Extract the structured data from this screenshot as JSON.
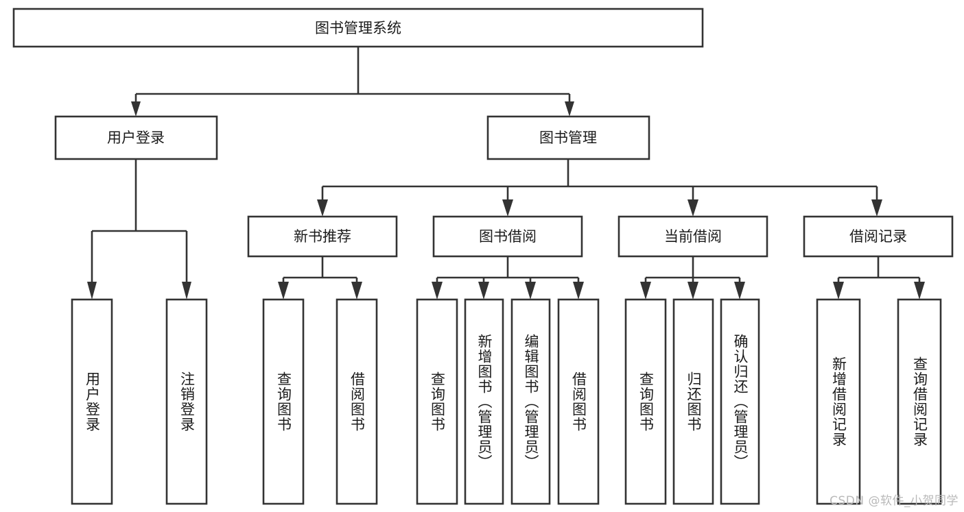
{
  "diagram": {
    "title": "图书管理系统",
    "type": "tree",
    "orientation": "top-down",
    "colors": {
      "box_fill": "#ffffff",
      "box_stroke": "#333333",
      "text": "#1b1b1b",
      "background": "#ffffff",
      "watermark": "#b9b9b9"
    },
    "root": {
      "id": "root",
      "label": "图书管理系统",
      "orientation": "horizontal"
    },
    "level2": [
      {
        "id": "user-login",
        "label": "用户登录",
        "orientation": "horizontal"
      },
      {
        "id": "book-management",
        "label": "图书管理",
        "orientation": "horizontal"
      }
    ],
    "level3": [
      {
        "id": "new-book-recommend",
        "label": "新书推荐",
        "parent": "book-management",
        "orientation": "horizontal"
      },
      {
        "id": "book-borrow",
        "label": "图书借阅",
        "parent": "book-management",
        "orientation": "horizontal"
      },
      {
        "id": "current-borrow",
        "label": "当前借阅",
        "parent": "book-management",
        "orientation": "horizontal"
      },
      {
        "id": "borrow-record",
        "label": "借阅记录",
        "parent": "book-management",
        "orientation": "horizontal"
      }
    ],
    "leaves": [
      {
        "id": "leaf-user-login",
        "label": "用户登录",
        "parent": "user-login",
        "orientation": "vertical"
      },
      {
        "id": "leaf-user-logout",
        "label": "注销登录",
        "parent": "user-login",
        "orientation": "vertical"
      },
      {
        "id": "leaf-query-book-1",
        "label": "查询图书",
        "parent": "new-book-recommend",
        "orientation": "vertical"
      },
      {
        "id": "leaf-borrow-book-1",
        "label": "借阅图书",
        "parent": "new-book-recommend",
        "orientation": "vertical"
      },
      {
        "id": "leaf-query-book-2",
        "label": "查询图书",
        "parent": "book-borrow",
        "orientation": "vertical"
      },
      {
        "id": "leaf-add-book",
        "label": "新增图书（管理员）",
        "parent": "book-borrow",
        "orientation": "vertical"
      },
      {
        "id": "leaf-edit-book",
        "label": "编辑图书（管理员）",
        "parent": "book-borrow",
        "orientation": "vertical"
      },
      {
        "id": "leaf-borrow-book-2",
        "label": "借阅图书",
        "parent": "book-borrow",
        "orientation": "vertical"
      },
      {
        "id": "leaf-query-book-3",
        "label": "查询图书",
        "parent": "current-borrow",
        "orientation": "vertical"
      },
      {
        "id": "leaf-return-book",
        "label": "归还图书",
        "parent": "current-borrow",
        "orientation": "vertical"
      },
      {
        "id": "leaf-confirm-return",
        "label": "确认归还（管理员）",
        "parent": "current-borrow",
        "orientation": "vertical"
      },
      {
        "id": "leaf-add-record",
        "label": "新增借阅记录",
        "parent": "borrow-record",
        "orientation": "vertical"
      },
      {
        "id": "leaf-query-record",
        "label": "查询借阅记录",
        "parent": "borrow-record",
        "orientation": "vertical"
      }
    ]
  },
  "watermark": {
    "text": "CSDN @软件_小贺同学"
  }
}
